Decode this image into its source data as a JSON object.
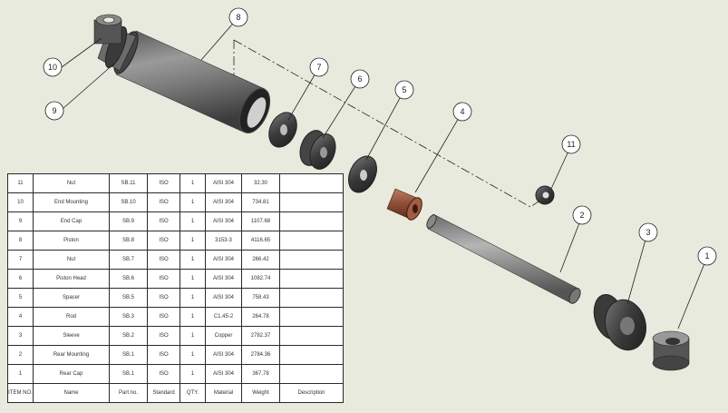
{
  "balloons": [
    "1",
    "2",
    "3",
    "4",
    "5",
    "6",
    "7",
    "8",
    "9",
    "10",
    "11"
  ],
  "bom": {
    "header": [
      "ITEM NO.",
      "Name",
      "Part no.",
      "Standard",
      "QTY.",
      "Material",
      "Weight",
      "Description"
    ],
    "rows": [
      [
        "11",
        "Nut",
        "SB.11",
        "ISO",
        "1",
        "AISI 304",
        "32.30",
        ""
      ],
      [
        "10",
        "End Mounting",
        "SB.10",
        "ISO",
        "1",
        "AISI 304",
        "734.81",
        ""
      ],
      [
        "9",
        "End Cap",
        "SB.9",
        "ISO",
        "1",
        "AISI 304",
        "1107.68",
        ""
      ],
      [
        "8",
        "Piston",
        "SB.8",
        "ISO",
        "1",
        "3153-3",
        "4116.65",
        ""
      ],
      [
        "7",
        "Nut",
        "SB.7",
        "ISO",
        "1",
        "AISI 304",
        "266.42",
        ""
      ],
      [
        "6",
        "Piston Head",
        "SB.6",
        "ISO",
        "1",
        "AISI 304",
        "1082.74",
        ""
      ],
      [
        "5",
        "Spacer",
        "SB.5",
        "ISO",
        "1",
        "AISI 304",
        "758.43",
        ""
      ],
      [
        "4",
        "Rod",
        "SB.3",
        "ISO",
        "1",
        "C1.45-2",
        "264.78",
        ""
      ],
      [
        "3",
        "Sleeve",
        "SB.2",
        "ISO",
        "1",
        "Copper",
        "2782.37",
        ""
      ],
      [
        "2",
        "Rear Mounting",
        "SB.1",
        "ISO",
        "1",
        "AISI 304",
        "2784.36",
        ""
      ],
      [
        "1",
        "Rear Cap",
        "SB.1",
        "ISO",
        "1",
        "AISI 304",
        "367.78",
        ""
      ]
    ]
  }
}
